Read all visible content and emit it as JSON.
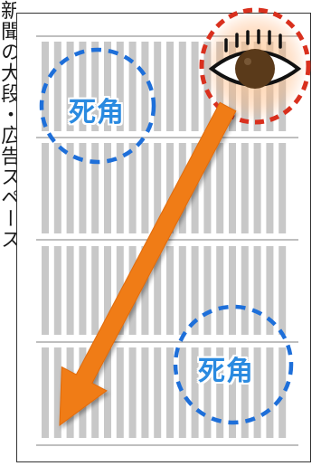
{
  "side_text": "新聞の大段・広告スペース",
  "blind_spot_labels": [
    "死角",
    "死角"
  ],
  "colors": {
    "column_bars": "#c8c8c8",
    "dividers": "#999999",
    "blind_spot_circle": "#1e6fd9",
    "blind_spot_text": "#2a8ae0",
    "eye_ring": "#d9301e",
    "arrow": "#f07c14"
  },
  "icons": [
    "eye-icon",
    "arrow-icon"
  ]
}
